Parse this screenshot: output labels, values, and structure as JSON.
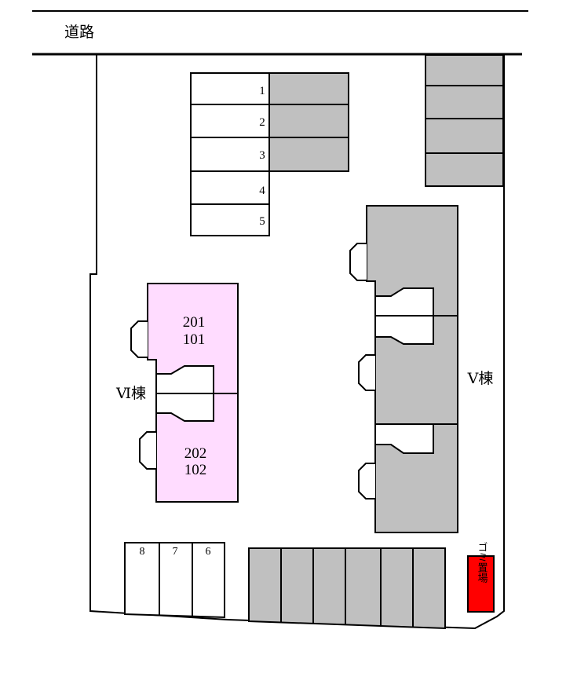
{
  "road": {
    "label": "道路"
  },
  "parking_top": {
    "slots": [
      "1",
      "2",
      "3",
      "4",
      "5"
    ]
  },
  "parking_bottom": {
    "slots": [
      "8",
      "7",
      "6"
    ]
  },
  "building_vi": {
    "label": "Ⅵ棟",
    "units": [
      "201",
      "101",
      "202",
      "102"
    ]
  },
  "building_v": {
    "label": "Ⅴ棟"
  },
  "garbage": {
    "label": "ゴミ置場"
  },
  "colors": {
    "building_vi": "#ffdcff",
    "gray_area": "#c0c0c0",
    "garbage": "#ff0000",
    "line": "#000000"
  }
}
